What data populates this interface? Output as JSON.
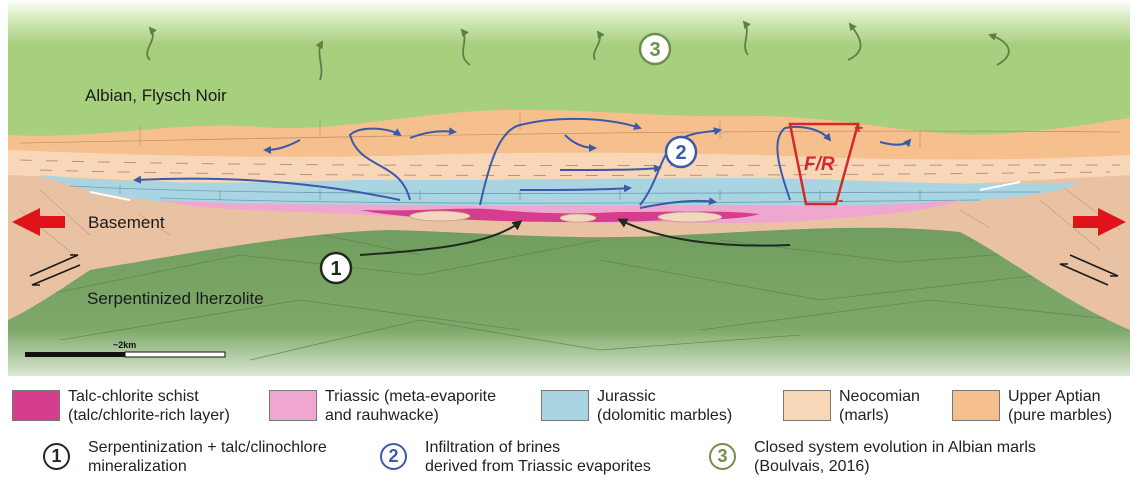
{
  "labels": {
    "albian": "Albian, Flysch Noir",
    "basement": "Basement",
    "lherzolite": "Serpentinized lherzolite",
    "scale": "~2km",
    "fault": "F/R",
    "plus": "+",
    "minus": "-"
  },
  "process_markers": {
    "one": "1",
    "two": "2",
    "three": "3"
  },
  "legend": {
    "units": [
      {
        "line1": "Talc-chlorite schist",
        "line2": "(talc/chlorite-rich layer)",
        "color": "#d63d8c"
      },
      {
        "line1": "Triassic (meta-evaporite",
        "line2": "and rauhwacke)",
        "color": "#f0a7cf"
      },
      {
        "line1": "Jurassic",
        "line2": "(dolomitic marbles)",
        "color": "#a9d4e2"
      },
      {
        "line1": "Neocomian",
        "line2": "(marls)",
        "color": "#f8d7b8"
      },
      {
        "line1": "Upper Aptian",
        "line2": "(pure marbles)",
        "color": "#f6c08e"
      }
    ],
    "processes": [
      {
        "num": "1",
        "line1": "Serpentinization + talc/clinochlore",
        "line2": "mineralization",
        "color": "#1f2a1f"
      },
      {
        "num": "2",
        "line1": "Infiltration of brines",
        "line2": "derived from Triassic evaporites",
        "color": "#3b5aa8"
      },
      {
        "num": "3",
        "line1": "Closed system evolution in Albian marls",
        "line2": "(Boulvais, 2016)",
        "color": "#6f8f4a"
      }
    ]
  },
  "colors": {
    "albian": "#a6cf7e",
    "lherzolite": "#6c9a5a",
    "basement": "#e9c2a4",
    "aptian": "#f6c08e",
    "neocomian": "#f8d7b8",
    "jurassic": "#a9d4e2",
    "triassic": "#f0a7cf",
    "talc": "#d63d8c",
    "extension_arrows": "#e0121a",
    "brine_arrows": "#3b5aa8",
    "serp_arrows": "#1f2a1f",
    "closed_arrows": "#5f7f4a",
    "fault": "#d22a2a"
  }
}
